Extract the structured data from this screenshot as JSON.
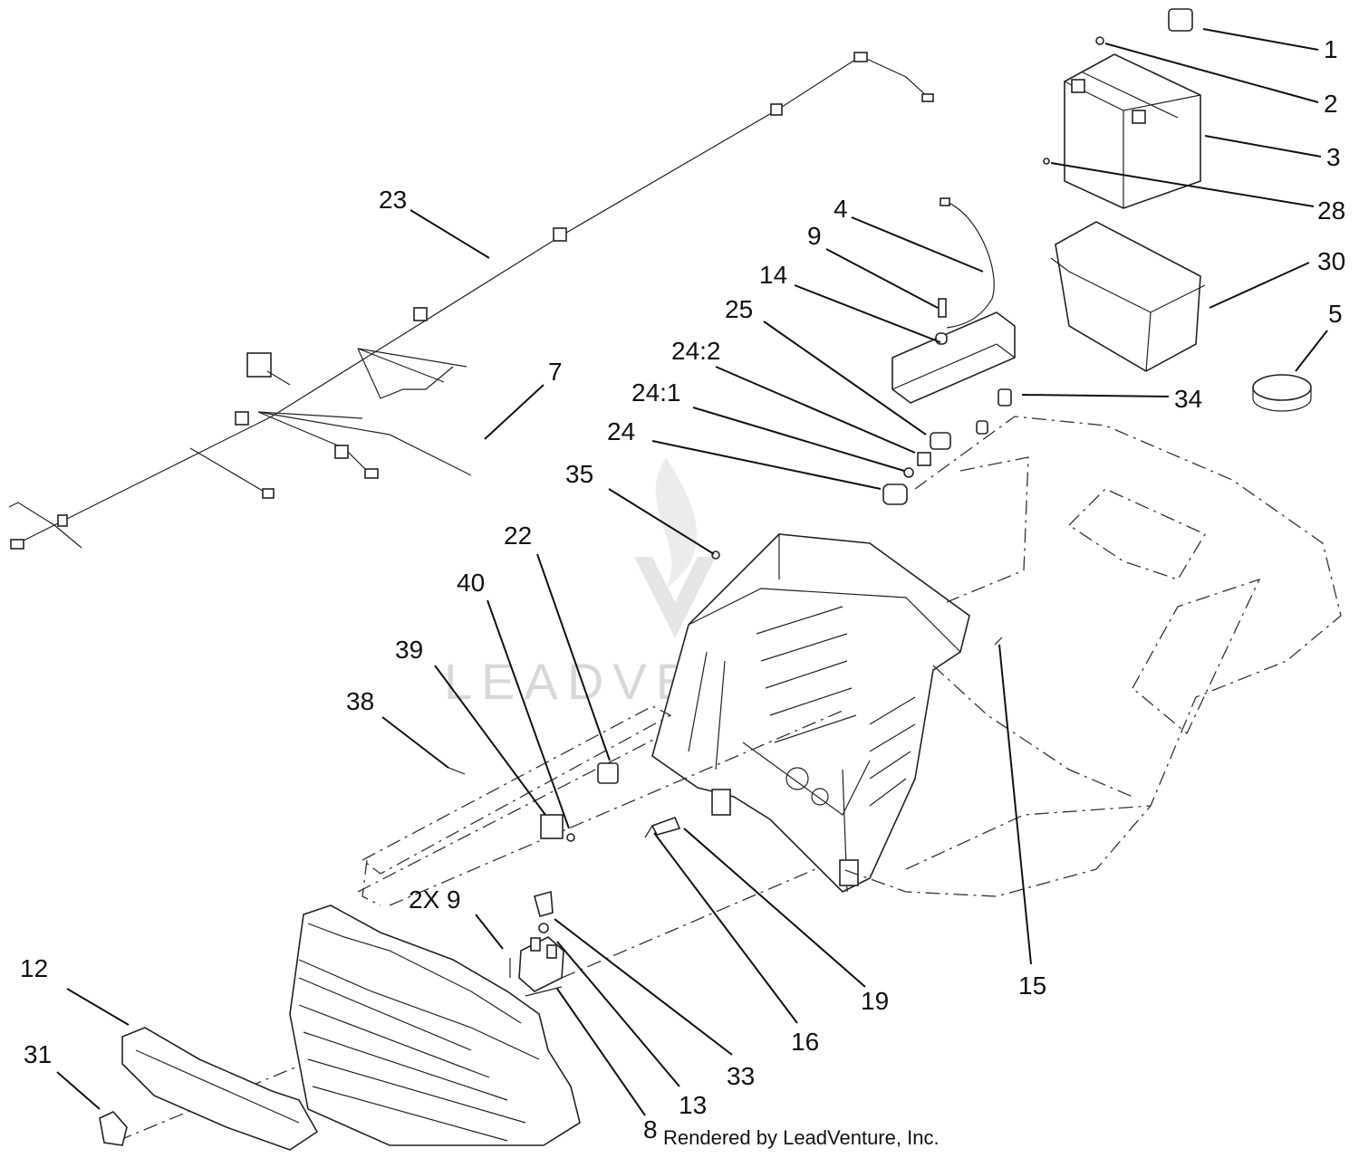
{
  "callouts": [
    {
      "id": "p1",
      "label": "1"
    },
    {
      "id": "p2",
      "label": "2"
    },
    {
      "id": "p3",
      "label": "3"
    },
    {
      "id": "p28",
      "label": "28"
    },
    {
      "id": "p4",
      "label": "4"
    },
    {
      "id": "p9",
      "label": "9"
    },
    {
      "id": "p14",
      "label": "14"
    },
    {
      "id": "p25",
      "label": "25"
    },
    {
      "id": "p242",
      "label": "24:2"
    },
    {
      "id": "p241",
      "label": "24:1"
    },
    {
      "id": "p24",
      "label": "24"
    },
    {
      "id": "p30",
      "label": "30"
    },
    {
      "id": "p5",
      "label": "5"
    },
    {
      "id": "p34",
      "label": "34"
    },
    {
      "id": "p23",
      "label": "23"
    },
    {
      "id": "p7",
      "label": "7"
    },
    {
      "id": "p35",
      "label": "35"
    },
    {
      "id": "p22",
      "label": "22"
    },
    {
      "id": "p40",
      "label": "40"
    },
    {
      "id": "p39",
      "label": "39"
    },
    {
      "id": "p38",
      "label": "38"
    },
    {
      "id": "p2x9",
      "label": "2X 9"
    },
    {
      "id": "p12",
      "label": "12"
    },
    {
      "id": "p31",
      "label": "31"
    },
    {
      "id": "p8",
      "label": "8"
    },
    {
      "id": "p13",
      "label": "13"
    },
    {
      "id": "p33",
      "label": "33"
    },
    {
      "id": "p16",
      "label": "16"
    },
    {
      "id": "p19",
      "label": "19"
    },
    {
      "id": "p15",
      "label": "15"
    }
  ],
  "watermark": "LEADVENTURE",
  "credit": "Rendered by LeadVenture, Inc."
}
